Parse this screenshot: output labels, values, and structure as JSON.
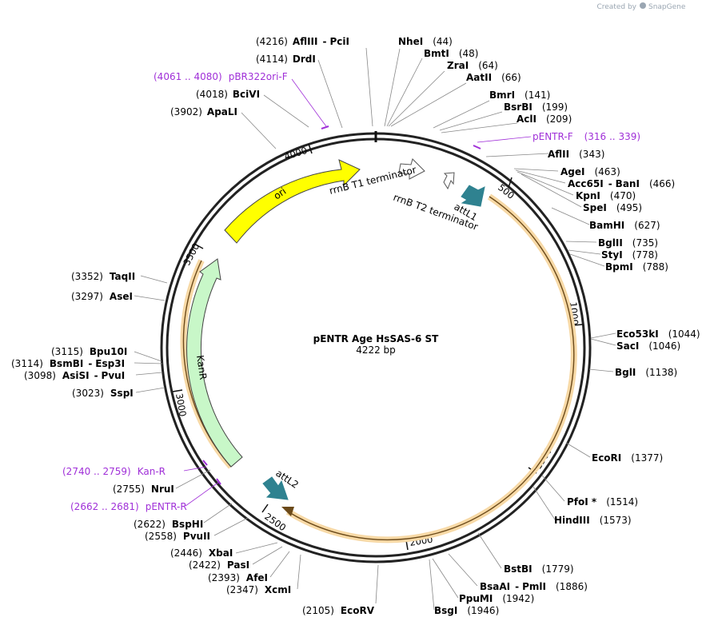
{
  "watermark": {
    "created_by": "Created by",
    "brand": "SnapGene"
  },
  "plasmid": {
    "name": "pENTR Age HsSAS-6 ST",
    "size_label": "4222 bp",
    "length_bp": 4222
  },
  "colors": {
    "backbone": "#222222",
    "primer": "#a030d8",
    "orf_fill": "#f7d9a6",
    "orf_line": "#6b4a1a",
    "ori": "#ffff00",
    "kanr": "#c8f7c8",
    "att": "#2f8290",
    "terminator": "#ffffff"
  },
  "ticks": [
    "500",
    "1000",
    "1500",
    "2000",
    "2500",
    "3000",
    "3500",
    "4000"
  ],
  "features": {
    "ori": "ori",
    "kanr": "KanR",
    "rrnb_t1": "rrnB T1 terminator",
    "rrnb_t2": "rrnB T2 terminator",
    "attl1": "attL1",
    "attl2": "attL2"
  },
  "sites": [
    {
      "name": "AflIII",
      "name2": "PciI",
      "pos": "(4216)"
    },
    {
      "name": "DrdI",
      "pos": "(4114)"
    },
    {
      "name": "BciVI",
      "pos": "(4018)"
    },
    {
      "name": "ApaLI",
      "pos": "(3902)"
    },
    {
      "name": "NheI",
      "pos": "(44)"
    },
    {
      "name": "BmtI",
      "pos": "(48)"
    },
    {
      "name": "ZraI",
      "pos": "(64)"
    },
    {
      "name": "AatII",
      "pos": "(66)"
    },
    {
      "name": "BmrI",
      "pos": "(141)"
    },
    {
      "name": "BsrBI",
      "pos": "(199)"
    },
    {
      "name": "AclI",
      "pos": "(209)"
    },
    {
      "name": "AflII",
      "pos": "(343)"
    },
    {
      "name": "AgeI",
      "pos": "(463)"
    },
    {
      "name": "Acc65I",
      "name2": "BanI",
      "pos": "(466)"
    },
    {
      "name": "KpnI",
      "pos": "(470)"
    },
    {
      "name": "SpeI",
      "pos": "(495)"
    },
    {
      "name": "BamHI",
      "pos": "(627)"
    },
    {
      "name": "BglII",
      "pos": "(735)"
    },
    {
      "name": "StyI",
      "pos": "(778)"
    },
    {
      "name": "BpmI",
      "pos": "(788)"
    },
    {
      "name": "Eco53kI",
      "pos": "(1044)"
    },
    {
      "name": "SacI",
      "pos": "(1046)"
    },
    {
      "name": "BglI",
      "pos": "(1138)"
    },
    {
      "name": "EcoRI",
      "pos": "(1377)"
    },
    {
      "name": "PfoI *",
      "pos": "(1514)"
    },
    {
      "name": "HindIII",
      "pos": "(1573)"
    },
    {
      "name": "BstBI",
      "pos": "(1779)"
    },
    {
      "name": "BsaAI",
      "name2": "PmlI",
      "pos": "(1886)"
    },
    {
      "name": "PpuMI",
      "pos": "(1942)"
    },
    {
      "name": "BsgI",
      "pos": "(1946)"
    },
    {
      "name": "EcoRV",
      "pos": "(2105)"
    },
    {
      "name": "XcmI",
      "pos": "(2347)"
    },
    {
      "name": "AfeI",
      "pos": "(2393)"
    },
    {
      "name": "PasI",
      "pos": "(2422)"
    },
    {
      "name": "XbaI",
      "pos": "(2446)"
    },
    {
      "name": "PvuII",
      "pos": "(2558)"
    },
    {
      "name": "BspHI",
      "pos": "(2622)"
    },
    {
      "name": "NruI",
      "pos": "(2755)"
    },
    {
      "name": "SspI",
      "pos": "(3023)"
    },
    {
      "name": "AsiSI",
      "name2": "PvuI",
      "pos": "(3098)"
    },
    {
      "name": "BsmBI",
      "name2": "Esp3I",
      "pos": "(3114)"
    },
    {
      "name": "Bpu10I",
      "pos": "(3115)"
    },
    {
      "name": "AseI",
      "pos": "(3297)"
    },
    {
      "name": "TaqII",
      "pos": "(3352)"
    }
  ],
  "primers": [
    {
      "name": "pBR322ori-F",
      "range": "(4061 .. 4080)"
    },
    {
      "name": "pENTR-F",
      "range": "(316 .. 339)"
    },
    {
      "name": "Kan-R",
      "range": "(2740 .. 2759)"
    },
    {
      "name": "pENTR-R",
      "range": "(2662 .. 2681)"
    }
  ]
}
